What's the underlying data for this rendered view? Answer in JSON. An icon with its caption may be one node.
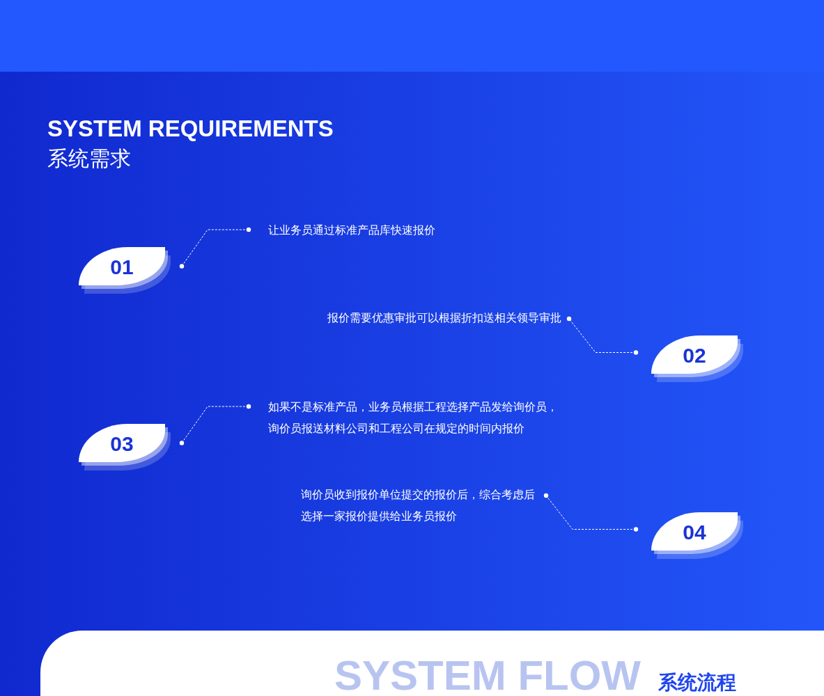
{
  "diagram": {
    "title": "SYSTEM REQUIREMENTS",
    "nodes": [
      {
        "text": [
          "01"
        ]
      },
      {
        "text": [
          "让业务员通过标准产品库快速报价"
        ]
      },
      {
        "text": [
          "报价需要优惠审批可以根据折扣送相关领导审批"
        ]
      },
      {
        "text": [
          "02"
        ]
      },
      {
        "text": [
          "03"
        ]
      },
      {
        "text": [
          "如果不是标准产品，业务员根据工程选择产品发给询价员，询价员报送材料公司和工程公司在规定的时间内报价"
        ]
      },
      {
        "text": [
          "询价员收到报价单位提交的报价后，综合考虑后选择一家报价提供给业务员报价"
        ]
      },
      {
        "text": [
          "04"
        ]
      }
    ],
    "edges": [
      {
        "from": 0,
        "to": 1,
        "arrow": "other",
        "style": "dashed"
      },
      {
        "from": 3,
        "to": 2,
        "arrow": "other",
        "style": "dashed"
      },
      {
        "from": 4,
        "to": 5,
        "arrow": "other",
        "style": "dashed"
      },
      {
        "from": 7,
        "to": 6,
        "arrow": "other",
        "style": "dashed"
      }
    ],
    "labels": [
      "系统需求",
      "SYSTEM FLOW",
      "系统流程"
    ]
  }
}
